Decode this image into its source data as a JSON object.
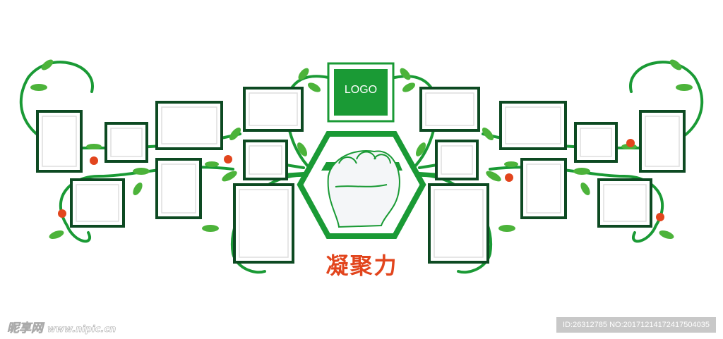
{
  "logo_label": "LOGO",
  "title": "凝聚力",
  "watermark": {
    "site_name": "昵享网",
    "url": "www.nipic.cn"
  },
  "id_badge": "ID:26312785 NO:20171214172417504035",
  "colors": {
    "green": "#1a9a35",
    "frame": "#0d4a22",
    "accent": "#e2451d"
  }
}
